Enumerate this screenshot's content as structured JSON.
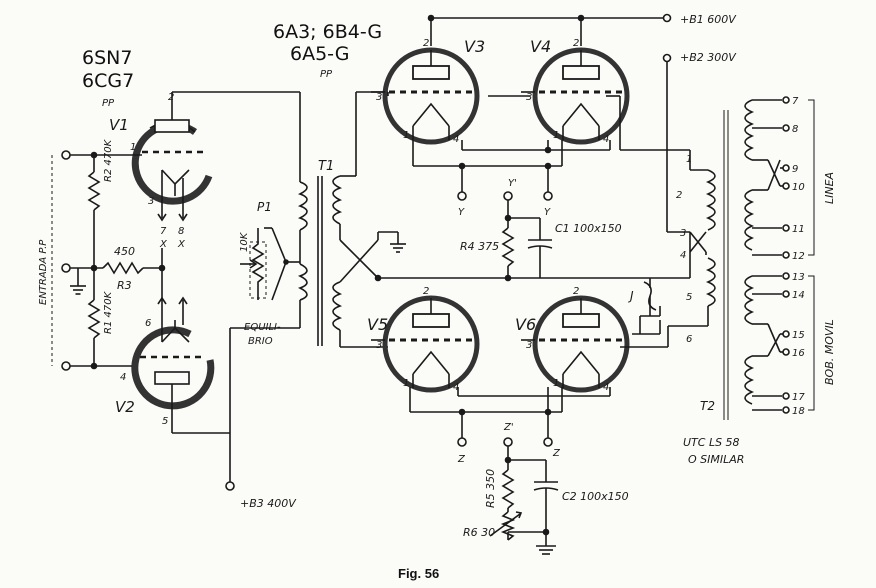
{
  "tube_labels": {
    "v12_types_line1": "6SN7",
    "v12_types_line2": "6CG7",
    "v12_pp": "PP",
    "v3456_types_line1": "6A3; 6B4-G",
    "v3456_types_line2": "6A5-G",
    "v3456_pp": "PP",
    "v1": "V1",
    "v2": "V2",
    "v3": "V3",
    "v4": "V4",
    "v5": "V5",
    "v6": "V6"
  },
  "supply": {
    "b1": "+B1 600V",
    "b2": "+B2 300V",
    "b3": "+B3 400V"
  },
  "components": {
    "r1": "R1 470K",
    "r2": "R2 470K",
    "r3": "R3",
    "r3_value": "450",
    "r4": "R4 375",
    "r5": "R5 350",
    "r6": "R6 30",
    "c1": "C1 100x150",
    "c2": "C2 100x150",
    "p1": "P1",
    "p1_value": "10K",
    "equil_line1": "EQUILI-",
    "equil_line2": "BRIO",
    "t1": "T1",
    "t2": "T2",
    "j": "J"
  },
  "input_label": "ENTRADA P.P",
  "filament": {
    "y1": "Y",
    "y2": "Y",
    "y_prime": "Y'",
    "z1": "Z",
    "z2": "Z",
    "z_prime": "Z'",
    "x7": "7",
    "x8": "8",
    "x_a": "X",
    "x_b": "X"
  },
  "pins": [
    "1",
    "2",
    "3",
    "4",
    "5",
    "6"
  ],
  "t2_terminals": {
    "linea": [
      "7",
      "8",
      "9",
      "10",
      "11",
      "12"
    ],
    "bob": [
      "13",
      "14",
      "15",
      "16",
      "17",
      "18"
    ],
    "linea_label": "LINEA",
    "bob_label": "BOB. MOVIL",
    "primary": [
      "1",
      "2",
      "3",
      "4",
      "5",
      "6"
    ]
  },
  "transformer_note_line1": "UTC LS 58",
  "transformer_note_line2": "O SIMILAR",
  "caption": "Fig. 56"
}
